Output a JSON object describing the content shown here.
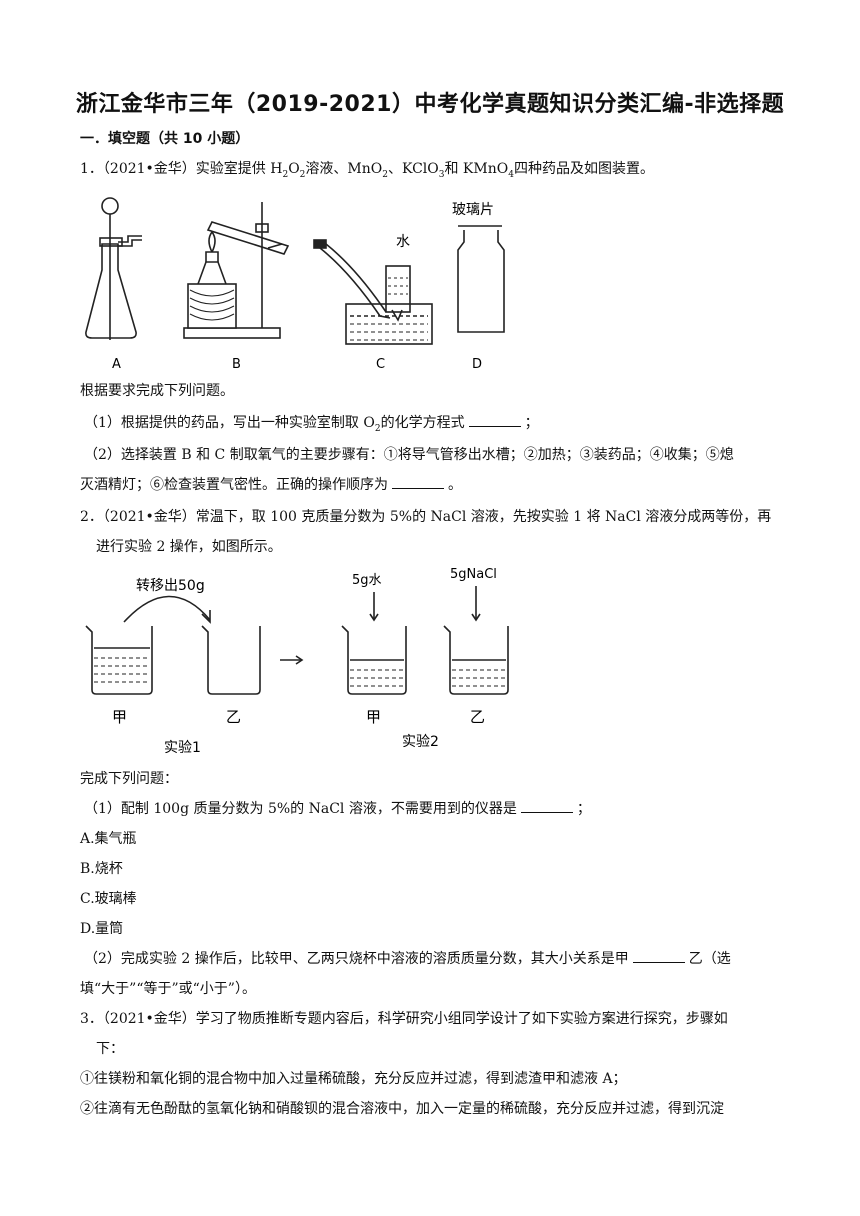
{
  "title": "浙江金华市三年（2019-2021）中考化学真题知识分类汇编-非选择题",
  "section": "一．填空题（共 10 小题）",
  "q1": {
    "stem_a": "1．（2021•金华）实验室提供 H",
    "stem_b": "O",
    "stem_c": "溶液、MnO",
    "stem_d": "、KClO",
    "stem_e": "和 KMnO",
    "stem_f": "四种药品及如图装置。",
    "fig": {
      "label_water": "水",
      "label_glass": "玻璃片",
      "A": "A",
      "B": "B",
      "C": "C",
      "D": "D"
    },
    "intro": "根据要求完成下列问题。",
    "p1a": "（1）根据提供的药品，写出一种实验室制取 O",
    "p1b": "的化学方程式",
    "p1c": "；",
    "p2a": "（2）选择装置 B 和 C 制取氧气的主要步骤有：①将导气管移出水槽；②加热；③装药品；④收集；⑤熄",
    "p2b": "灭酒精灯；⑥检查装置气密性。正确的操作顺序为",
    "p2c": "。"
  },
  "q2": {
    "stem1": "2．（2021•金华）常温下，取 100 克质量分数为 5%的 NaCl 溶液，先按实验 1 将 NaCl 溶液分成两等份，再",
    "stem2": "进行实验 2 操作，如图所示。",
    "fig": {
      "transfer": "转移出50g",
      "water": "5g水",
      "nacl": "5gNaCl",
      "jia": "甲",
      "yi": "乙",
      "exp1": "实验1",
      "exp2": "实验2"
    },
    "intro": "完成下列问题：",
    "p1a": "（1）配制 100g 质量分数为 5%的 NaCl 溶液，不需要用到的仪器是",
    "p1b": "；",
    "opts": [
      "A.集气瓶",
      "B.烧杯",
      "C.玻璃棒",
      "D.量筒"
    ],
    "p2a": "（2）完成实验 2 操作后，比较甲、乙两只烧杯中溶液的溶质质量分数，其大小关系是甲",
    "p2b": "乙（选",
    "p2c": "填“大于”“等于”或“小于”）。"
  },
  "q3": {
    "stem1": "3．（2021•金华）学习了物质推断专题内容后，科学研究小组同学设计了如下实验方案进行探究，步骤如",
    "stem2": "下：",
    "s1": "①往镁粉和氧化铜的混合物中加入过量稀硫酸，充分反应并过滤，得到滤渣甲和滤液 A；",
    "s2": "②往滴有无色酚酞的氢氧化钠和硝酸钡的混合溶液中，加入一定量的稀硫酸，充分反应并过滤，得到沉淀"
  },
  "sub2": "2",
  "sub3": "3",
  "sub4": "4"
}
